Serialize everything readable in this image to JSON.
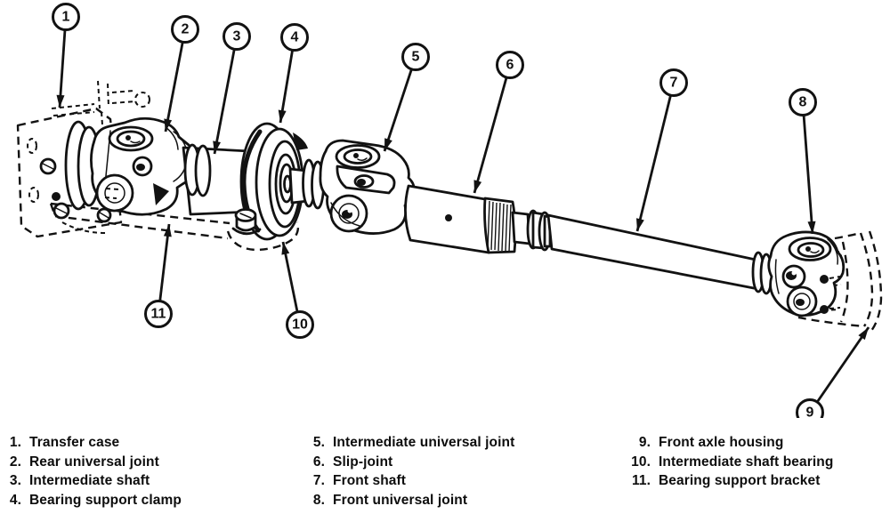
{
  "diagram": {
    "callouts": [
      {
        "number": "1",
        "part": "Transfer case"
      },
      {
        "number": "2",
        "part": "Rear universal joint"
      },
      {
        "number": "3",
        "part": "Intermediate shaft"
      },
      {
        "number": "4",
        "part": "Bearing support clamp"
      },
      {
        "number": "5",
        "part": "Intermediate universal joint"
      },
      {
        "number": "6",
        "part": "Slip-joint"
      },
      {
        "number": "7",
        "part": "Front shaft"
      },
      {
        "number": "8",
        "part": "Front universal joint"
      },
      {
        "number": "9",
        "part": "Front axle housing"
      },
      {
        "number": "10",
        "part": "Intermediate shaft bearing"
      },
      {
        "number": "11",
        "part": "Bearing support bracket"
      }
    ]
  },
  "legend": {
    "columns": [
      {
        "items": [
          {
            "num": "1.",
            "label": "Transfer case"
          },
          {
            "num": "2.",
            "label": "Rear universal joint"
          },
          {
            "num": "3.",
            "label": "Intermediate shaft"
          },
          {
            "num": "4.",
            "label": "Bearing support clamp"
          }
        ]
      },
      {
        "items": [
          {
            "num": "5.",
            "label": "Intermediate universal joint"
          },
          {
            "num": "6.",
            "label": "Slip-joint"
          },
          {
            "num": "7.",
            "label": "Front shaft"
          },
          {
            "num": "8.",
            "label": "Front universal joint"
          }
        ]
      },
      {
        "items": [
          {
            "num": "9.",
            "label": "Front axle housing"
          },
          {
            "num": "10.",
            "label": "Intermediate shaft bearing"
          },
          {
            "num": "11.",
            "label": "Bearing support bracket"
          }
        ]
      }
    ]
  },
  "colors": {
    "ink": "#121212",
    "paper": "#ffffff"
  }
}
